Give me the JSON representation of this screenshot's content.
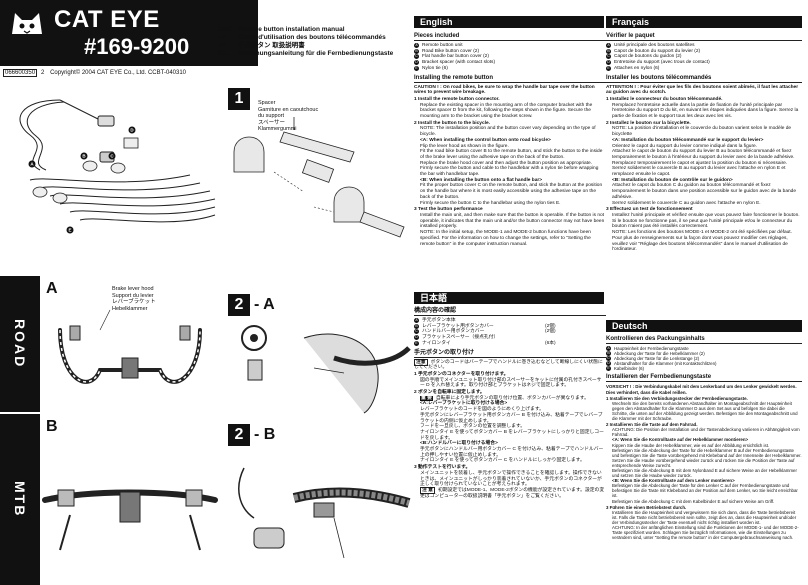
{
  "header": {
    "brand": "CAT EYE",
    "model": "#169-9200",
    "part_number": "066600350",
    "revision": "2",
    "copyright": "Copyright© 2004 CAT EYE Co., Ltd. CCBT-040310",
    "lines": [
      {
        "code": "ENG",
        "text": ": Remote button installation manual"
      },
      {
        "code": "FR",
        "text": ": Guide d'utilisation des boutons télécommandés"
      },
      {
        "code": "JP",
        "text": ": 手元ボタン 取扱説明書"
      },
      {
        "code": "GE",
        "text": ": Bedienungsanleitung für die Fernbedienungstaste"
      }
    ]
  },
  "left_panel": {
    "road_letter": "A",
    "mtb_letter": "B",
    "road_tab": "ROAD",
    "mtb_tab": "MTB",
    "brake_label": [
      "Brake lever hood",
      "Support du levier",
      "レバーブラケット",
      "Hebelklammer"
    ],
    "part_letters": [
      "A",
      "B",
      "C",
      "D",
      "E"
    ]
  },
  "diagram": {
    "step1": "1",
    "step2a": "2",
    "step2a_sub": "- A",
    "step2b": "2",
    "step2b_sub": "- B",
    "spacer_label": [
      "Spacer",
      "Garniture en caoutchouc",
      "du support",
      "スペーサー",
      "Klammergummi"
    ]
  },
  "english": {
    "title": "English",
    "pieces_title": "Pieces included",
    "pieces": [
      {
        "id": "A",
        "text": "Remote button unit"
      },
      {
        "id": "B",
        "text": "Road Bike button cover (2)"
      },
      {
        "id": "C",
        "text": "Flat handle bar button cover (2)"
      },
      {
        "id": "D",
        "text": "Bracket spacer (with contact slots)"
      },
      {
        "id": "E",
        "text": "Nylon tie (6)"
      }
    ],
    "install_title": "Installing the remote button",
    "caution": "CAUTION ! : On road bikes, be sure to wrap the handle bar tape over the button wires to prevent wire breakage.",
    "step1_head": "1 Install the remote button connector.",
    "step1_text": "Replace the existing spacer in the mounting arm of the computer bracket with the bracket spacer D from the kit, following the steps shown in the figure. Secure the mounting arm to the bracket using the bracket screw.",
    "step2_head": "2 Install the button to the bicycle.",
    "step2_note": "NOTE: The installation position and the button cover vary depending on the type of bicycle.",
    "step2a_head": "<A: When installing the control button onto road bicycle>",
    "step2a_items": [
      "Flip the lever hood as shown in the figure.",
      "Fit the road bike button cover B to the remote button, and stick the button to the inside of the brake lever using the adhesive tape on the back of the button.",
      "Replace the brake hood cover and then adjust the button position as appropriate.",
      "Firmly secure the button and cable to the handlebar with a nylon tie before wrapping the bar with handlebar tape."
    ],
    "step2b_head": "<B: When installing the button onto a flat handle bar>",
    "step2b_items": [
      "Fit the proper button cover C on the remote button, and stick the button at the position on the handle bar where it is most easily accessible using the adhesive tape on the back of the button.",
      "Firmly secure the button C to the handlebar using the nylon ties E."
    ],
    "step3_head": "3 Test the button performance",
    "step3_text": "Install the main unit, and then make sure that the button is operable. If the button is not operable, it indicates that the main unit and/or the button connector may not have been installed properly.",
    "step3_note": "NOTE: In the initial setup, the MODE-1 and MODE-2 button functions have been specified. For the information on how to change the settings, refer to \"Setting the remote button\" in the computer instruction manual."
  },
  "japanese": {
    "title": "日本語",
    "pieces_title": "構成内容の確認",
    "pieces": [
      {
        "id": "A",
        "text": "手元ボタン本体",
        "qty": ""
      },
      {
        "id": "B",
        "text": "レバーブラケット用ボタンカバー",
        "qty": "(2個)"
      },
      {
        "id": "C",
        "text": "ハンドルバー用ボタンカバー",
        "qty": "(2個)"
      },
      {
        "id": "D",
        "text": "ブラケットスペーサー（接点孔付）",
        "qty": ""
      },
      {
        "id": "E",
        "text": "ナイロンタイ",
        "qty": "(6本)"
      }
    ],
    "install_title": "手元ボタンの取り付け",
    "caution_label": "注意",
    "caution": "ボタンのコードはバーテープでハンドルに巻き込むなどして断線しにくい状態にしてください。",
    "step1_head": "1 手元ボタンのコネクターを取り付けます。",
    "step1_text": "図の手順でメインユニット取り付け部のスペーサーをキットに付属の孔付きスペーサー D を入れ替えます。取り付け部とブラケットはネジで固定します。",
    "step2_head": "2 ボタンを自転車に固定します。",
    "step2_note_label": "重 要",
    "step2_note": "自転車により手元ボタンの取り付け位置、ボタンカバーが異なります。",
    "step2a_head": "<A:レバーブラケットに取り付ける場合>",
    "step2a_items": [
      "レバーブラケットのコードを図のようにめくり上げます。",
      "手元ボタンにレバーブラケット用ボタンカバー B を付け込み、粘着テープでレバーブラケットの内側に仮止めします。",
      "フードを一旦戻し、ボタンの位置を調整します。",
      "ナイロンタイ E を使ってボタンカバー B をレバーブラケットにしっかりと固定しコードを戻します。"
    ],
    "step2b_head": "<B:ハンドルバーに取り付ける場合>",
    "step2b_items": [
      "手元ボタンにハンドルバー用ボタンカバー C を付け込み、粘着テープでハンドルバー上の押しやすい位置に仮止めします。",
      "ナイロンタイ E を使ってボタンカバー C をハンドルにしっかり固定します。"
    ],
    "step3_head": "3 動作テストを行います。",
    "step3_text": "メインユニットを装着し、手元ボタンで操作できることを確認します。操作できないときは、メインユニットがしっかり装着されていないか、手元ボタンのコネクターが正しく取り付けられていないことが考えられます。",
    "step3_note_label": "注 意",
    "step3_note": "初期設定ではMODE-1、MODE-2ボタンの機能が設定されています。設定の変更はコンピューターの取扱説明書「手元ボタン」をご覧ください。"
  },
  "french": {
    "title": "Français",
    "pieces_title": "Vérifier le paquet",
    "pieces": [
      {
        "id": "A",
        "text": "Unité principale des boutons satellites"
      },
      {
        "id": "B",
        "text": "Capot de bouton du support du levier (2)"
      },
      {
        "id": "C",
        "text": "Capot de boutons du guidon (2)"
      },
      {
        "id": "D",
        "text": "Entretoise du support (avec trous de contact)"
      },
      {
        "id": "E",
        "text": "Attaches en nylon (6)"
      }
    ],
    "install_title": "Installer les boutons télécommandés",
    "caution": "ATTENTION ! : Pour éviter que les fils des boutons soient abîmés, il faut les attacher au guidon avec du scotch.",
    "step1_head": "1 Installez le connecteur du bouton télécommandé.",
    "step1_text": "Remplacez l'entretoise actuelle dans la partie de fixation de l'unité principale par l'entretoise du support D du kit, en suivant les étapes indiquées dans la figure. Serrez la partie de fixation et le support tous les deux avec les vis.",
    "step2_head": "2 Installez le bouton sur la bicyclette.",
    "step2_note": "NOTE: La position d'installation et le couvercle du bouton varient selon le modèle de bicyclette",
    "step2a_head": "<A: Installation du bouton télécommandé sur le support du levier>",
    "step2a_items": [
      "Orientez le capot du support du levier comme indiqué dans la figure.",
      "Attachez le capot de bouton du support du levier B au bouton télécommandé et fixez temporairement le bouton à l'intérieur du support du levier avec de la bande adhésive.",
      "Remplacez temporairement le capot et ajustez la position du bouton si nécessaire.",
      "Serrez solidement le couvercle B au support du levier avec l'attache en nylon E et remplacez ensuite le capot."
    ],
    "step2b_head": "<B: Installation du bouton de contrôle sur le guidon>",
    "step2b_items": [
      "Attachez le capot du bouton C du guidon au bouton télécommandé et fixez temporairement le bouton dans une position accessible sur le guidon avec de la bande adhésive.",
      "Serrez solidement le couvercle C au guidon avec l'attache en nylon E."
    ],
    "step3_head": "3 Effectuez un test de fonctionnement",
    "step3_text": "Installez l'unité principale et vérifiez ensuite que vous pouvez faire fonctionner le bouton. Si le bouton ne fonctionne pas, il se peut que l'unité principale et/ou le connecteur du bouton n'aient pas été installés correctement.",
    "step3_note": "NOTE: Les fonctions des boutons MODE-1 et MODE-2 ont été spécifiées par défaut. Pour plus de renseignements sur la façon dont vous pouvez modifier ces réglages, veuillez voir \"Réglage des boutons télécommandés\" dans le manuel d'utilisation de l'ordinateur."
  },
  "german": {
    "title": "Deutsch",
    "pieces_title": "Kontrollieren des Packungsinhalts",
    "pieces": [
      {
        "id": "A",
        "text": "Haupteinheit der Fernbedienungstaste"
      },
      {
        "id": "B",
        "text": "Abdeckung der Taste für die Hebelklammer (2)"
      },
      {
        "id": "C",
        "text": "Abdeckung der Taste für die Lenkstange (2)"
      },
      {
        "id": "D",
        "text": "Abstandhalter für die Klammer (mit Kontaktschlitzen)"
      },
      {
        "id": "E",
        "text": "Kabelbinder (6)"
      }
    ],
    "install_title": "Installieren der Fernbedienungstaste",
    "caution": "VORSICHT ! : Die Verbindungskabel mit dem Lenkerband um den Lenker gewickelt werden. Dies verhindert, dass die Kabel reißen.",
    "step1_head": "1 Installieren Sie den Verbindungsstecker der Fernbedienungstaste.",
    "step1_text": "Wechseln Sie den bereits vorhandenen Abstandhalter im Montageabschnitt der Haupteinheit gegen den Abstandhalter für die Klammer D aus dem Set aus und befolgen Sie dabei die Schritte, die unten auf der Abbildung gezeigt werden. Befestigen Sie den Montageabschnitt und die Klammer mit der Schraube.",
    "step2_head": "2 Installieren Sie die Taste auf dem Fahrrad.",
    "step2_note": "ACHTUNG: Die Position der Installation und der Tastenabdeckung variieren in Abhängigkeit vom Fahrrad.",
    "step2a_head": "<A: Wenn Sie die Kontrolltaste auf der Hebelklammer montieren>",
    "step2a_items": [
      "Kippen Sie die Haube der Hebelklammer, wie es auf der Abbildung ersichtlich ist.",
      "Befestigen Sie die Abdeckung der Taste für die Hebelklammer B auf der Fernbedienungstaste und befestigen Sie die Taste vorübergehend mit Klebeband auf der Innenseite der Hebelklammer.",
      "Setzen Sie die Haube vorübergehend wieder zurück und rücken Sie die Position der Taste auf entsprechende Weise zurecht.",
      "Befestigen Sie die Abdeckung B mit dem Nylonband E auf sichere Weise an der Hebelklammer und setzen Sie die Haube wieder zurück."
    ],
    "step2b_head": "<B: Wenn Sie die Kontrolltaste auf dem Lenker montieren>",
    "step2b_items": [
      "Befestigen Sie die Abdeckung der Taste für den Lenker C auf der Fernbedienungstaste und befestigen Sie die Taste mit Klebeband an der Position auf dem Lenker, wo Sie leicht erreichbar ist.",
      "Befestigen Sie die Abdeckung C mit dem Kabelbinder E auf sichere Weise am Griff."
    ],
    "step3_head": "3 Führen Sie einen Betriebstest durch.",
    "step3_text": "Installieren Sie die Haupteinheit und vergewissern Sie sich dann, dass die Taste betriebsbereit ist. Falls die Taste nicht betriebsbereit sein sollte, zeigt dies an, dass die Haupteinheit und/oder der Verbindungsstecker der Taste eventuell nicht richtig installiert worden ist.",
    "step3_note": "ACHTUNG: In der anfänglichen Einstellung sind die Funktionen der MODE-1- und der MODE-2-Taste spezifiziert worden. Schlagen Sie bezüglich Informationen, wie die Einstellungen zu verändern sind, unter \"Setting the remote button\" in der Computergebrauchsanweisung nach."
  }
}
